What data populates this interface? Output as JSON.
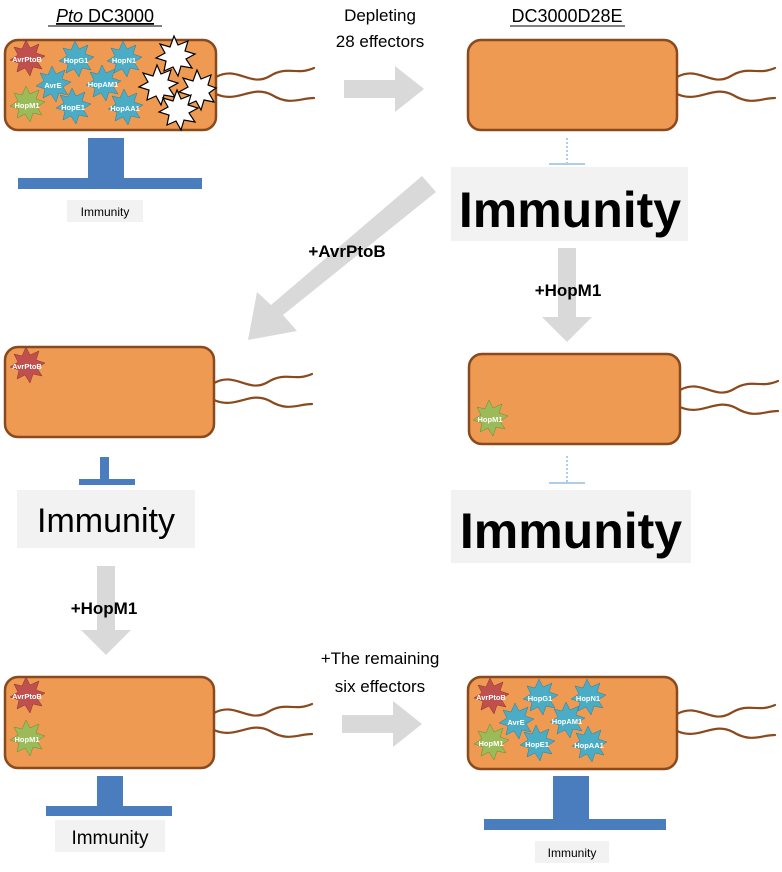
{
  "colors": {
    "bacterium_fill": "#ee9a52",
    "bacterium_stroke": "#8a4a1e",
    "flagellum": "#8a4a1e",
    "arrow": "#d9d9d9",
    "block_bar": "#4a7dbd",
    "label_box": "#f2f2f2",
    "red_effector": "#c0504d",
    "blue_effector": "#4bacc6",
    "green_effector": "#9bbb59",
    "white_star": "#ffffff"
  },
  "top_left": {
    "title_italic": "Pto",
    "title_rest": " DC3000",
    "effectors": [
      "AvrPtoB",
      "HopG1",
      "HopN1",
      "AvrE",
      "HopAM1",
      "HopM1",
      "HopE1",
      "HopAA1"
    ],
    "immunity_label": "Immunity"
  },
  "top_right": {
    "title": "DC3000D28E",
    "immunity_label": "Immunity"
  },
  "middle_left": {
    "effectors": [
      "AvrPtoB"
    ],
    "immunity_label": "Immunity"
  },
  "middle_right": {
    "effectors": [
      "HopM1"
    ],
    "immunity_label": "Immunity"
  },
  "bottom_left": {
    "effectors": [
      "AvrPtoB",
      "HopM1"
    ],
    "immunity_label": "Immunity"
  },
  "bottom_right": {
    "effectors": [
      "AvrPtoB",
      "HopG1",
      "HopN1",
      "AvrE",
      "HopAM1",
      "HopM1",
      "HopE1",
      "HopAA1"
    ],
    "immunity_label": "Immunity"
  },
  "arrow_labels": {
    "depleting_line1": "Depleting",
    "depleting_line2": "28 effectors",
    "add_avrptob": "+AvrPtoB",
    "add_hopm1_right": "+HopM1",
    "add_hopm1_left": "+HopM1",
    "remaining_line1": "+The remaining",
    "remaining_line2": "six effectors"
  }
}
